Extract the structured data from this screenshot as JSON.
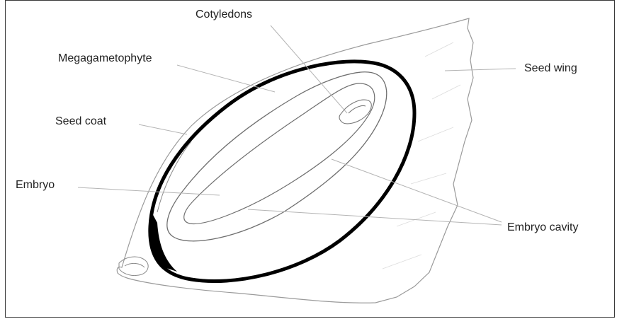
{
  "diagram": {
    "labels": {
      "cotyledons": "Cotyledons",
      "megagametophyte": "Megagametophyte",
      "seed_wing": "Seed wing",
      "seed_coat": "Seed coat",
      "embryo": "Embryo",
      "embryo_cavity": "Embryo cavity"
    },
    "colors": {
      "outline": "#8a8a8a",
      "seed_coat": "#000000",
      "leader_line": "#b4b4b4",
      "text": "#222222",
      "frame": "#3a3a3a"
    }
  }
}
